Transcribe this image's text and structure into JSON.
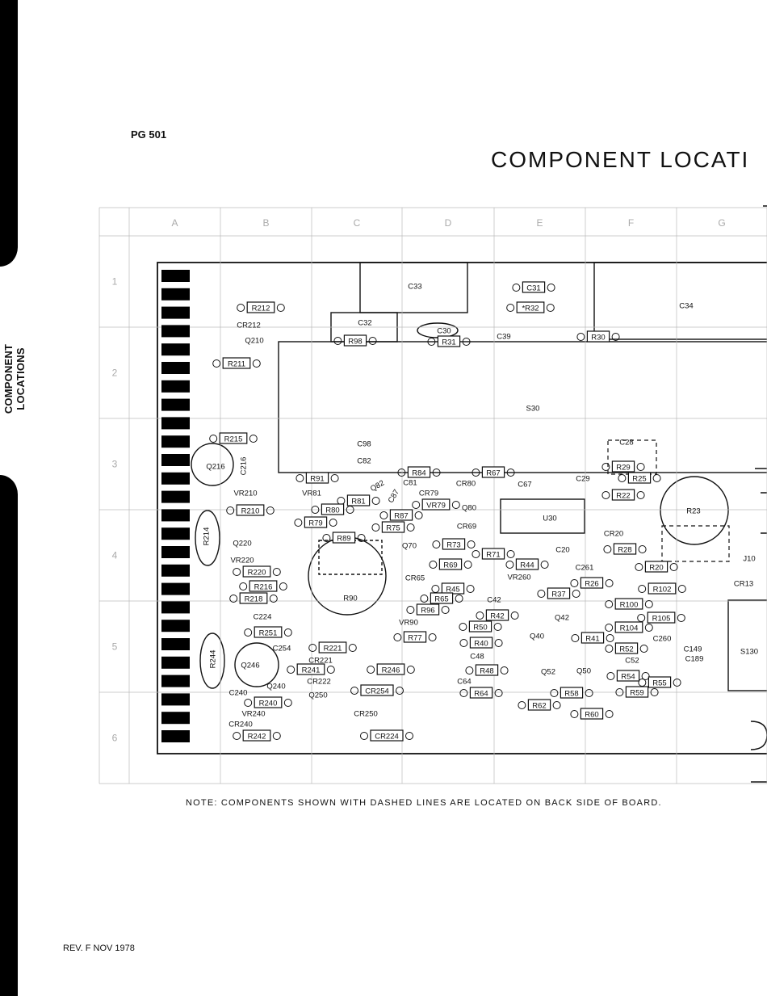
{
  "side_label": "COMPONENT LOCATIONS",
  "doc_code": "PG 501",
  "title": "COMPONENT LOCATI",
  "note": "NOTE: COMPONENTS SHOWN WITH DASHED LINES ARE LOCATED ON BACK SIDE OF BOARD.",
  "revision": "REV. F NOV 1978",
  "grid": {
    "columns": [
      "A",
      "B",
      "C",
      "D",
      "E",
      "F",
      "G"
    ],
    "rows": [
      "1",
      "2",
      "3",
      "4",
      "5",
      "6"
    ]
  },
  "components": {
    "C33": "C33",
    "C31": "C31",
    "C34": "C34",
    "R32": "*R32",
    "R212": "R212",
    "CR212": "CR212",
    "Q210": "Q210",
    "C32": "C32",
    "R98": "R98",
    "C30": "C30",
    "R31": "R31",
    "C39": "C39",
    "R30": "R30",
    "R211": "R211",
    "S30": "S30",
    "R215": "R215",
    "C98": "C98",
    "C82": "C82",
    "C28": "C28",
    "Q216": "Q216",
    "C216": "C216",
    "R91": "R91",
    "R84": "R84",
    "R67": "R67",
    "C81": "C81",
    "CR80": "CR80",
    "C67": "C67",
    "C29": "C29",
    "R29": "R29",
    "R25": "R25",
    "VR210": "VR210",
    "VR81": "VR81",
    "Q82": "Q82",
    "C87": "C87",
    "CR79": "CR79",
    "R22": "R22",
    "R81": "R81",
    "VR79": "VR79",
    "R210": "R210",
    "R80": "R80",
    "R87": "R87",
    "Q80": "Q80",
    "U30": "U30",
    "R23": "R23",
    "R79": "R79",
    "R75": "R75",
    "CR69": "CR69",
    "CR20": "CR20",
    "R214": "R214",
    "Q220": "Q220",
    "R89": "R89",
    "Q70": "Q70",
    "R73": "R73",
    "C20": "C20",
    "R28": "R28",
    "VR220": "VR220",
    "R71": "R71",
    "J10": "J10",
    "R220": "R220",
    "R69": "R69",
    "R44": "R44",
    "C261": "C261",
    "R20": "R20",
    "CR65": "CR65",
    "VR260": "VR260",
    "R216": "R216",
    "R45": "R45",
    "R26": "R26",
    "R102": "R102",
    "CR13": "CR13",
    "R218": "R218",
    "R90": "R90",
    "R65": "R65",
    "C42": "C42",
    "R37": "R37",
    "C224": "C224",
    "R96": "R96",
    "R100": "R100",
    "R42": "R42",
    "R105": "R105",
    "VR90": "VR90",
    "Q42": "Q42",
    "R251": "R251",
    "R50": "R50",
    "R104": "R104",
    "R77": "R77",
    "Q40": "Q40",
    "R41": "R41",
    "C260": "C260",
    "R244": "R244",
    "C254": "C254",
    "R221": "R221",
    "R40": "R40",
    "R52": "R52",
    "C149": "C149",
    "S130": "S130",
    "CR221": "CR221",
    "C48": "C48",
    "C52": "C52",
    "C189": "C189",
    "Q246": "Q246",
    "R241": "R241",
    "R246": "R246",
    "R48": "R48",
    "CR222": "CR222",
    "Q52": "Q52",
    "Q50": "Q50",
    "R54": "R54",
    "C64": "C64",
    "R55": "R55",
    "Q240": "Q240",
    "CR254": "CR254",
    "C240": "C240",
    "Q250": "Q250",
    "R64": "R64",
    "R58": "R58",
    "R59": "R59",
    "R240": "R240",
    "R62": "R62",
    "VR240": "VR240",
    "CR250": "CR250",
    "CR240": "CR240",
    "R60": "R60",
    "R242": "R242",
    "CR224": "CR224"
  },
  "colors": {
    "ink": "#111111",
    "grid": "#bbbbbb",
    "paper": "#ffffff"
  }
}
